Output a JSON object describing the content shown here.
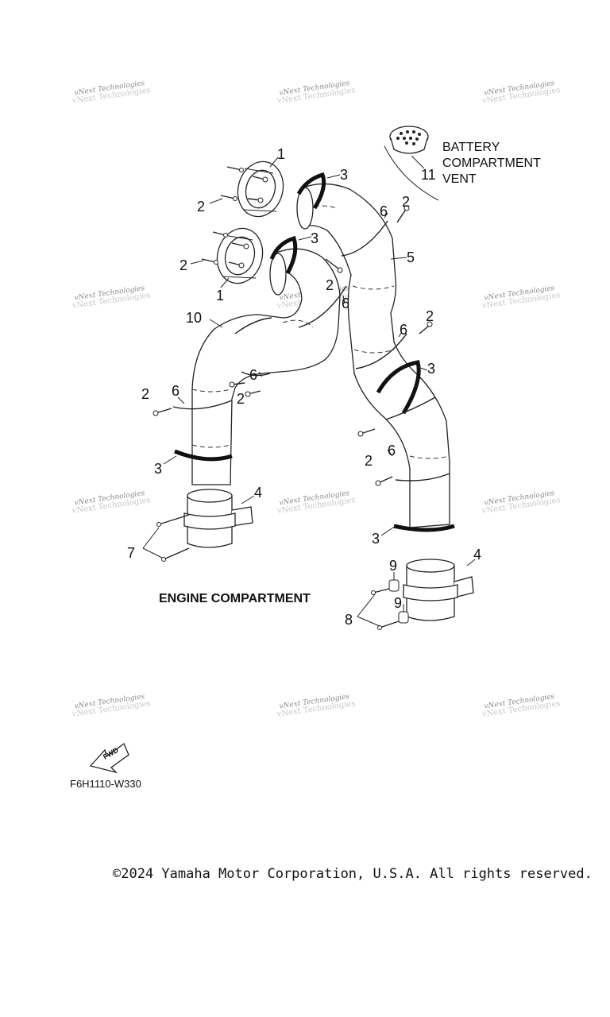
{
  "watermark": {
    "brand": "vNext Technologies"
  },
  "callouts": {
    "c1a": "1",
    "c1b": "1",
    "c2a": "2",
    "c2b": "2",
    "c2c": "2",
    "c2d": "2",
    "c2e": "2",
    "c2f": "2",
    "c2g": "2",
    "c2h": "2",
    "c3a": "3",
    "c3b": "3",
    "c3c": "3",
    "c3d": "3",
    "c3e": "3",
    "c4a": "4",
    "c4b": "4",
    "c5": "5",
    "c6a": "6",
    "c6b": "6",
    "c6c": "6",
    "c6d": "6",
    "c6e": "6",
    "c6f": "6",
    "c7": "7",
    "c8": "8",
    "c9a": "9",
    "c9b": "9",
    "c10": "10",
    "c11": "11"
  },
  "vent_label": {
    "line1": "BATTERY",
    "line2": "COMPARTMENT",
    "line3": "VENT"
  },
  "engine_label": "ENGINE COMPARTMENT",
  "fwd_badge": "FWD",
  "diagram_code": "F6H1110-W330",
  "copyright": "©2024 Yamaha Motor Corporation, U.S.A. All rights reserved."
}
